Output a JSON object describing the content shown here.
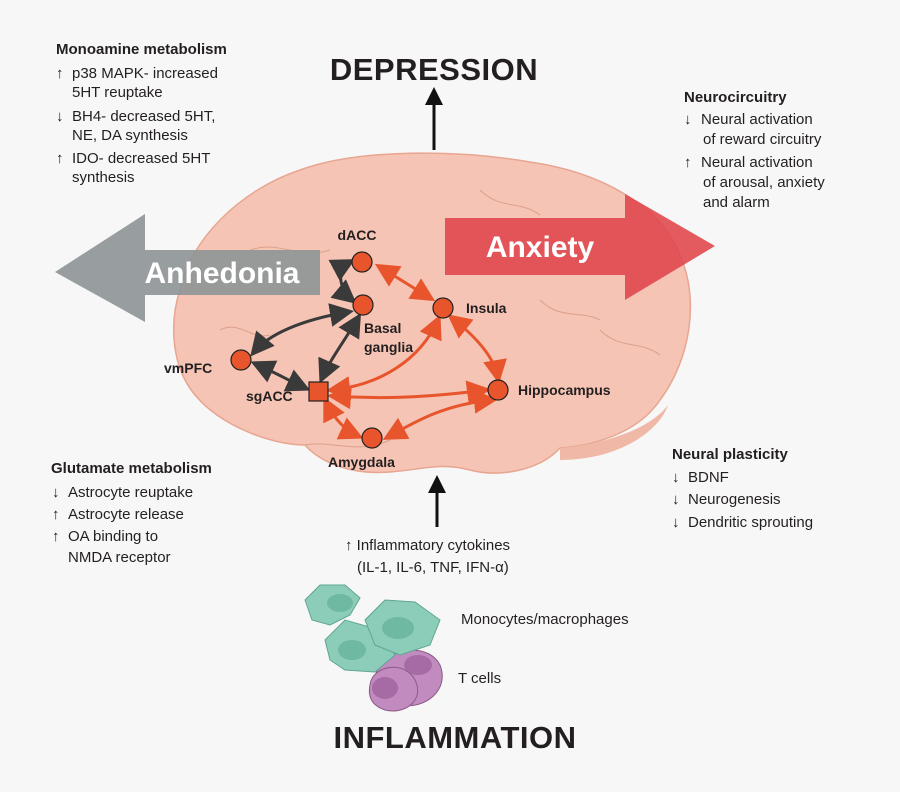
{
  "title_top": "DEPRESSION",
  "title_bottom": "INFLAMMATION",
  "colors": {
    "background": "#f7f7f7",
    "brain": "#f5c4b4",
    "node": "#e8552c",
    "red_edge": "#e8552c",
    "dark_edge": "#3a3a3a",
    "anhedonia": "#8f9597",
    "anxiety": "#e0484e",
    "cells_teal": "#8ccdb9",
    "cells_purple": "#c28bc0"
  },
  "panels": {
    "monoamine": {
      "heading": "Monoamine metabolism",
      "items": [
        {
          "dir": "↑",
          "lines": [
            "p38 MAPK- increased",
            "5HT reuptake"
          ]
        },
        {
          "dir": "↓",
          "lines": [
            "BH4- decreased 5HT,",
            "NE, DA synthesis"
          ]
        },
        {
          "dir": "↑",
          "lines": [
            "IDO- decreased 5HT",
            "synthesis"
          ]
        }
      ]
    },
    "neurocircuitry": {
      "heading": "Neurocircuitry",
      "items": [
        {
          "dir": "↓",
          "lines": [
            "Neural activation",
            "of reward circuitry"
          ]
        },
        {
          "dir": "↑",
          "lines": [
            "Neural activation",
            "of arousal, anxiety",
            "and alarm"
          ]
        }
      ]
    },
    "glutamate": {
      "heading": "Glutamate metabolism",
      "items": [
        {
          "dir": "↓",
          "lines": [
            "Astrocyte reuptake"
          ]
        },
        {
          "dir": "↑",
          "lines": [
            "Astrocyte release"
          ]
        },
        {
          "dir": "↑",
          "lines": [
            "OA binding to",
            "NMDA receptor"
          ]
        }
      ]
    },
    "plasticity": {
      "heading": "Neural plasticity",
      "items": [
        {
          "dir": "↓",
          "lines": [
            "BDNF"
          ]
        },
        {
          "dir": "↓",
          "lines": [
            "Neurogenesis"
          ]
        },
        {
          "dir": "↓",
          "lines": [
            "Dendritic sprouting"
          ]
        }
      ]
    }
  },
  "arrows": {
    "anhedonia": "Anhedonia",
    "anxiety": "Anxiety"
  },
  "nodes": {
    "dacc": "dACC",
    "basal": [
      "Basal",
      "ganglia"
    ],
    "insula": "Insula",
    "vmpfc": "vmPFC",
    "sgacc": "sgACC",
    "hippocampus": "Hippocampus",
    "amygdala": "Amygdala"
  },
  "cytokines": {
    "dir": "↑",
    "lines": [
      "Inflammatory cytokines",
      "(IL-1, IL-6, TNF, IFN-α)"
    ]
  },
  "cells": {
    "monocytes": "Monocytes/macrophages",
    "tcells": "T cells"
  }
}
